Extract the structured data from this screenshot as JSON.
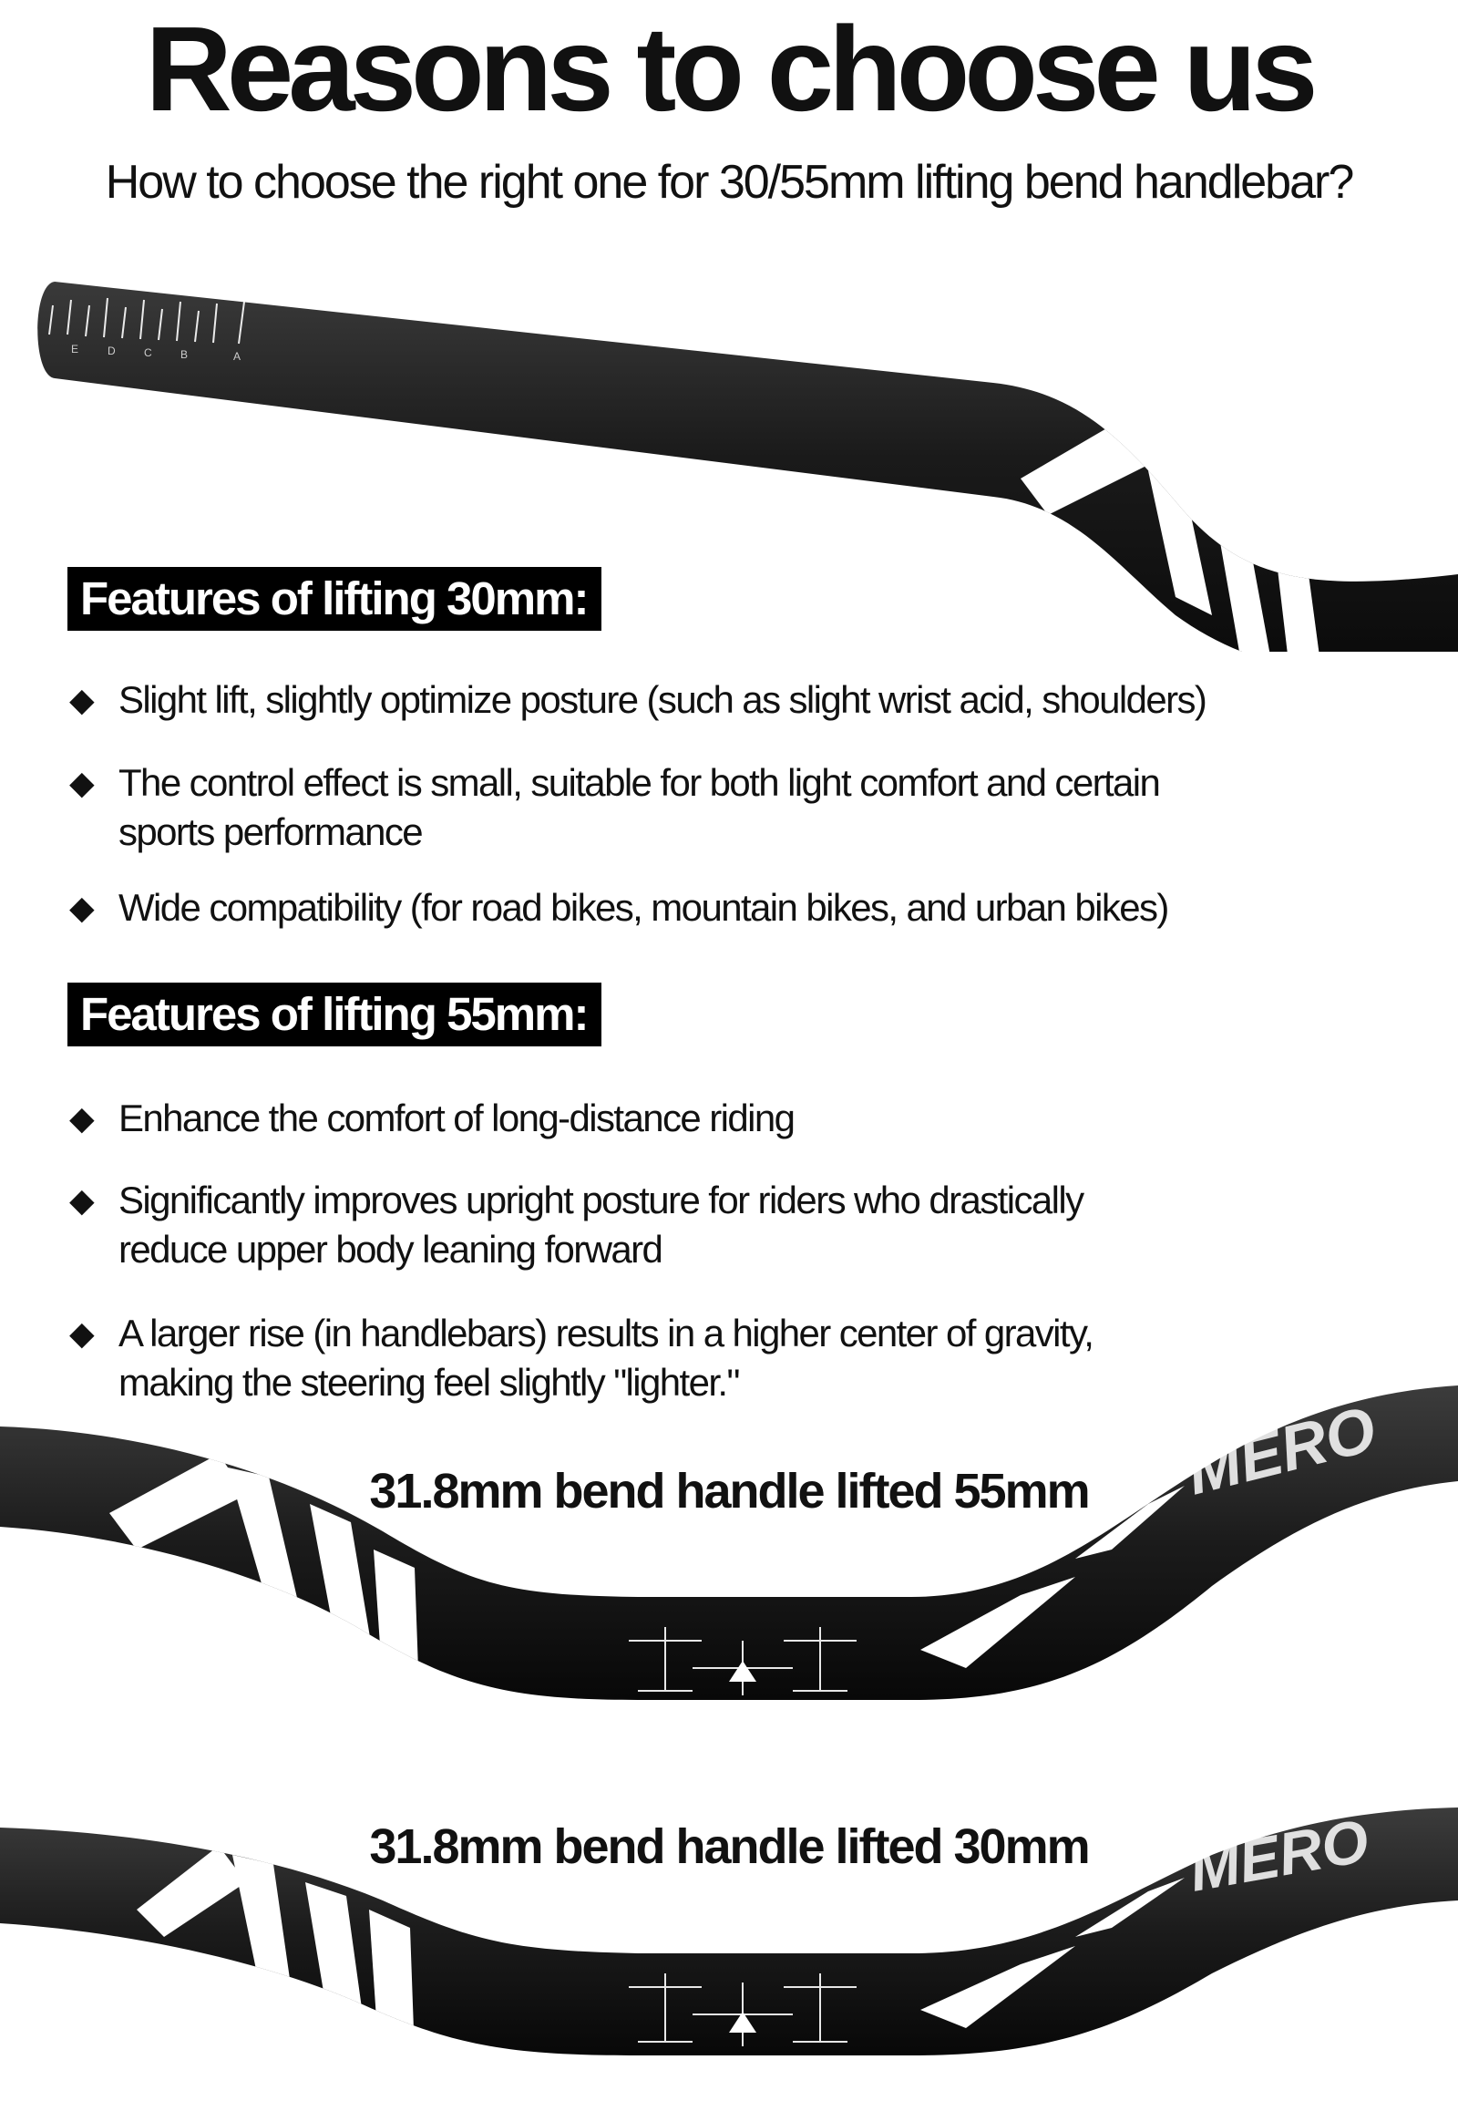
{
  "header": {
    "title": "Reasons to choose us",
    "subtitle": "How to choose the right one for 30/55mm lifting bend handlebar?"
  },
  "top_bar": {
    "scale_letters": [
      "E",
      "D",
      "C",
      "B",
      "A"
    ]
  },
  "sections": [
    {
      "heading": "Features of lifting 30mm:",
      "items": [
        {
          "line1": "Slight lift, slightly optimize posture (such as slight wrist acid, shoulders)",
          "line2": ""
        },
        {
          "line1": "The control effect is small, suitable for both light comfort and certain",
          "line2": "sports performance"
        },
        {
          "line1": "Wide compatibility (for road bikes, mountain bikes, and urban bikes)",
          "line2": ""
        }
      ]
    },
    {
      "heading": "Features of lifting 55mm:",
      "items": [
        {
          "line1": "Enhance the comfort of long-distance riding",
          "line2": ""
        },
        {
          "line1": "Significantly improves upright posture for riders who drastically",
          "line2": "reduce upper body leaning forward"
        },
        {
          "line1": "A larger rise (in handlebars) results in a higher center of gravity,",
          "line2": "making the steering feel slightly \"lighter.\""
        }
      ]
    }
  ],
  "bullet_icon": "diamond-icon",
  "products": [
    {
      "caption": "31.8mm bend handle lifted 55mm",
      "brand_text": "MERO"
    },
    {
      "caption": "31.8mm bend handle lifted 30mm",
      "brand_text": "MERO"
    }
  ],
  "colors": {
    "bar": "#1a1a1a",
    "stripe": "#ffffff",
    "heading_bg": "#000000"
  }
}
